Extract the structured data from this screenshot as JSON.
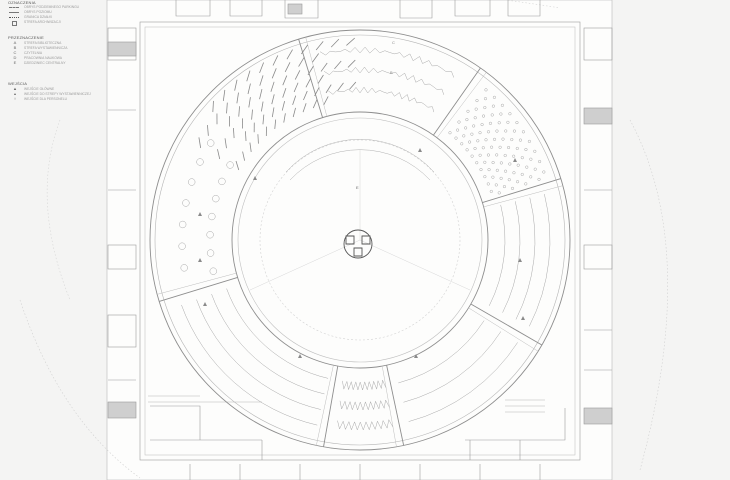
{
  "legend": {
    "symbols_heading": "OZNACZENIA",
    "symbols": [
      {
        "icon": "dashed-line",
        "text": "OBRYS PODZIEMNEGO PARKINGU"
      },
      {
        "icon": "thin-line",
        "text": "OBRYS POZIOMU"
      },
      {
        "icon": "dash-dot-line",
        "text": "GRANICA DZIAŁKI"
      },
      {
        "icon": "square",
        "text": "STREFA ARCHIWIZACJI"
      }
    ],
    "program_heading": "PRZEZNACZENIE",
    "program": [
      {
        "key": "A",
        "text": "STREFA BIBLIOTECZNA"
      },
      {
        "key": "B",
        "text": "STREFA WYSTAWIENNICZA"
      },
      {
        "key": "C",
        "text": "CZYTELNIA"
      },
      {
        "key": "D",
        "text": "PRACOWNIA NAUKOWA"
      },
      {
        "key": "E",
        "text": "DZIEDZINIEC CENTRALNY"
      }
    ],
    "access_heading": "WEJŚCIA",
    "access": [
      {
        "icon": "arrow-up-icon",
        "text": "WEJŚCIE GŁÓWNE"
      },
      {
        "icon": "triangle-icon",
        "text": "WEJŚCIE DO STREFY WYSTAWIENNICZEJ"
      },
      {
        "icon": "person-icon",
        "text": "WEJŚCIE DLA PERSONELU"
      }
    ]
  },
  "plan": {
    "zone_labels": [
      "C",
      "B",
      "E"
    ]
  }
}
